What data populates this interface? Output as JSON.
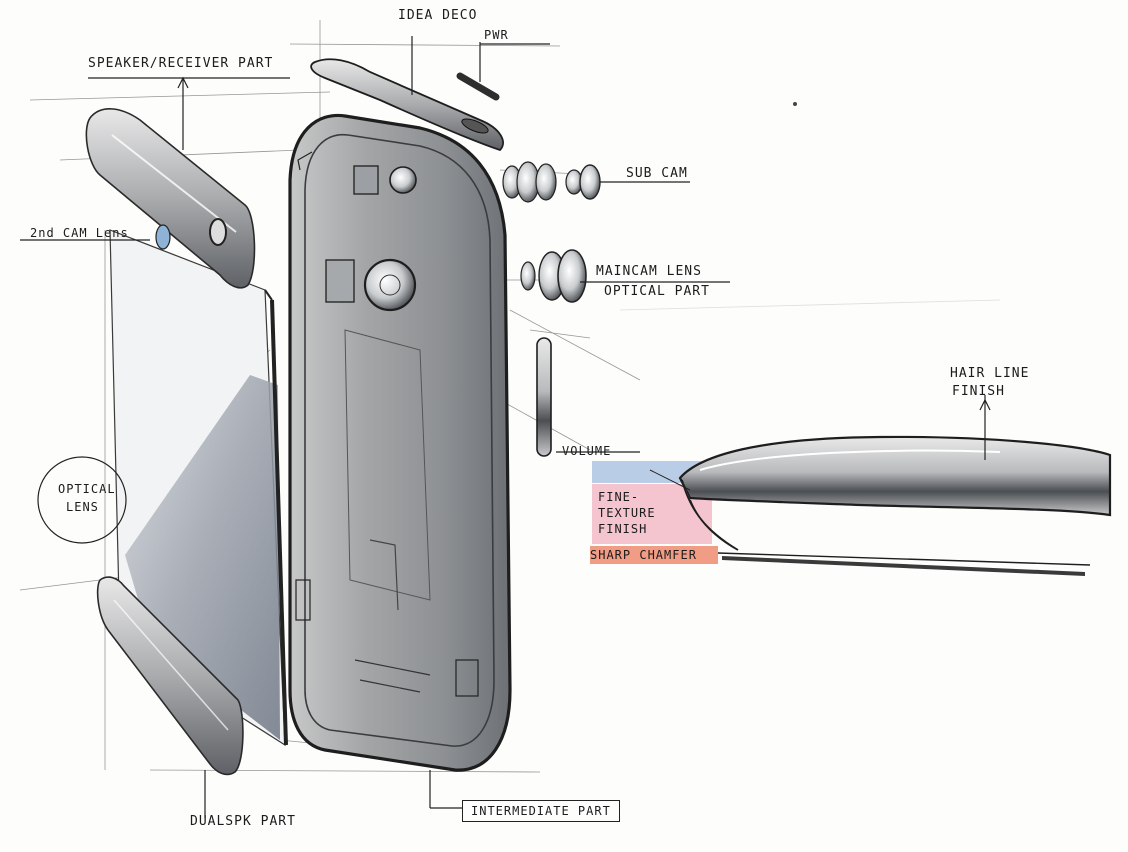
{
  "labels": {
    "speaker_receiver_part": "SPEAKER/RECEIVER PART",
    "idea_deco": "IDEA DECO",
    "pwr": "PWR",
    "second_cam_lens": "2nd CAM Lens",
    "sub_cam": "SUB CAM",
    "main_cam_lens_line1": "MAINCAM LENS",
    "main_cam_lens_line2": "OPTICAL PART",
    "hair_line_finish_line1": "HAIR LINE",
    "hair_line_finish_line2": "FINISH",
    "volume": "VOLUME",
    "fine_texture_finish_line1": "FINE-",
    "fine_texture_finish_line2": "TEXTURE",
    "fine_texture_finish_line3": "FINISH",
    "sharp_chamfer": "SHARP CHAMFER",
    "optical_lens_line1": "OPTICAL",
    "optical_lens_line2": "LENS",
    "dual_spk_part": "DUALSPK PART",
    "intermediate_part": "INTERMEDIATE PART"
  },
  "colors": {
    "paper": "#fdfdfc",
    "pencil": "#2a2a2a",
    "marker_gray": "#8f9397",
    "marker_dark": "#4d5054",
    "highlight_blue": "#b9cde6",
    "highlight_pink": "#f4c4cf",
    "highlight_orange": "#ef8c70"
  }
}
